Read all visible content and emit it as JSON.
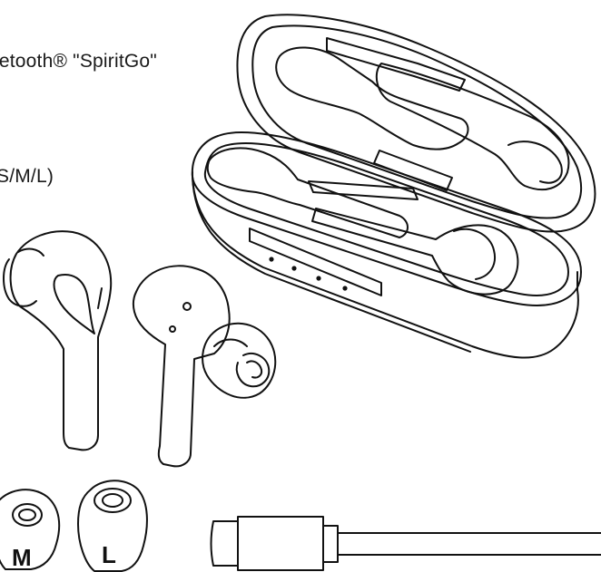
{
  "text": {
    "line1": "letooth® \"SpiritGo\"",
    "line2": "S/M/L)"
  },
  "ear_tips": {
    "label_m": "M",
    "label_l": "L"
  },
  "colors": {
    "ink": "#111111",
    "background": "#ffffff"
  }
}
